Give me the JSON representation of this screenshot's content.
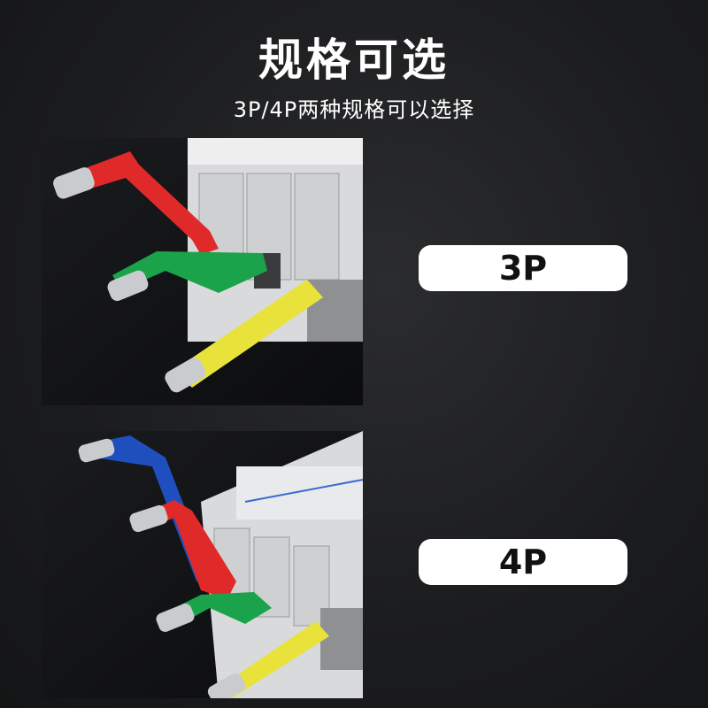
{
  "header": {
    "title": "规格可选",
    "subtitle": "3P/4P两种规格可以选择"
  },
  "options": [
    {
      "label": "3P"
    },
    {
      "label": "4P"
    }
  ],
  "colors": {
    "background": "#1c1d1f",
    "pill_bg": "#ffffff",
    "pill_text": "#111111",
    "busbar_red": "#e02a2a",
    "busbar_green": "#1aa34a",
    "busbar_yellow": "#e8e23a",
    "busbar_blue": "#1f4fbf"
  }
}
